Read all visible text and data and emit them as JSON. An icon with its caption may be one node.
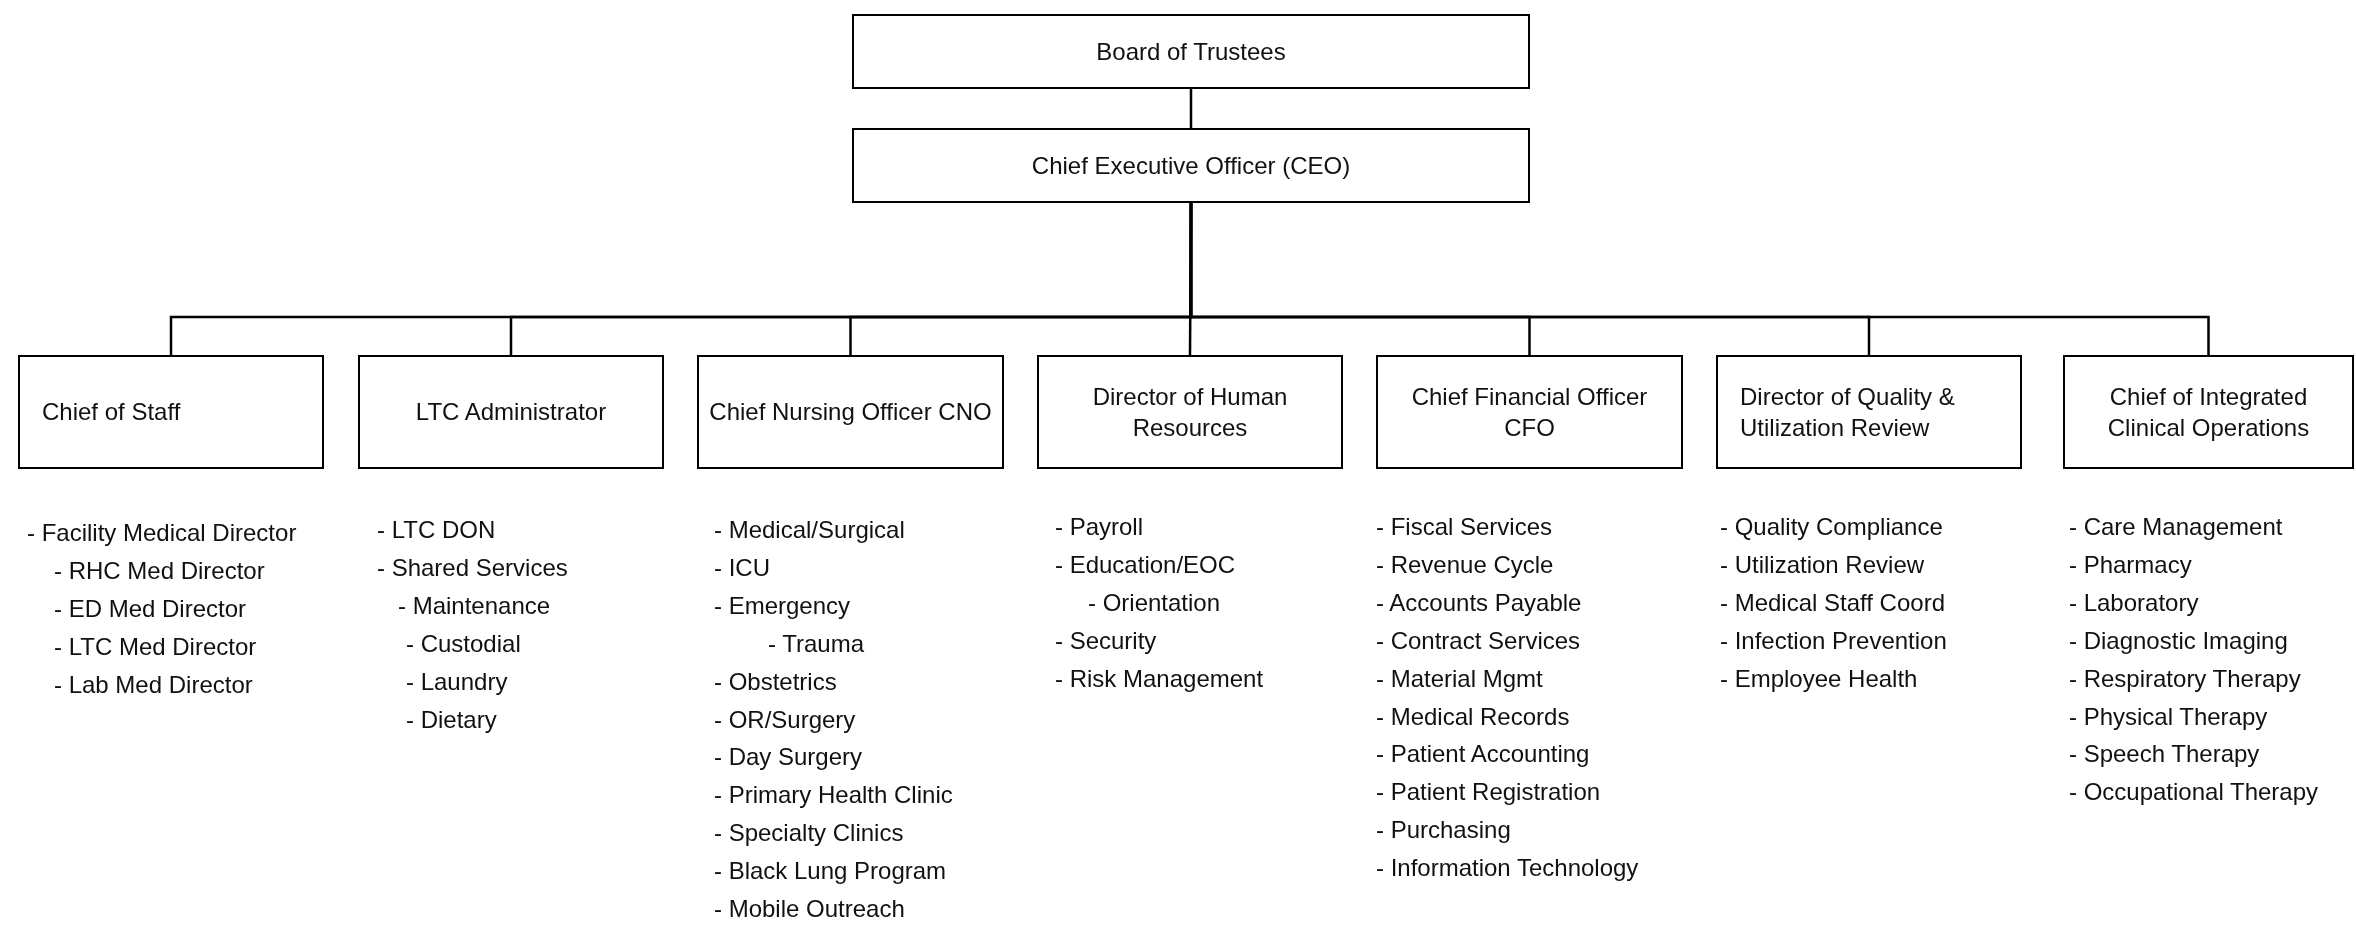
{
  "diagram": {
    "nodes": [
      {
        "text": [
          "Board of Trustees"
        ]
      },
      {
        "text": [
          "Chief Executive Officer (CEO)"
        ]
      },
      {
        "text": [
          "Chief of Staff"
        ],
        "beside": [
          "- Facility Medical Director",
          "- RHC Med Director",
          "- ED Med Director",
          "- LTC Med Director",
          "- Lab Med Director"
        ]
      },
      {
        "text": [
          "LTC Administrator"
        ],
        "beside": [
          "- LTC DON",
          "- Shared Services",
          "- Maintenance",
          "- Custodial",
          "- Laundry",
          "- Dietary"
        ]
      },
      {
        "text": [
          "Chief Nursing Officer CNO"
        ],
        "beside": [
          "- Medical/Surgical",
          "- ICU",
          "- Emergency",
          "- Trauma",
          "- Obstetrics",
          "- OR/Surgery",
          "- Day Surgery",
          "- Primary Health Clinic",
          "- Specialty Clinics",
          "- Black Lung Program",
          "- Mobile Outreach"
        ]
      },
      {
        "text": [
          "Director of Human Resources"
        ],
        "beside": [
          "- Payroll",
          "- Education/EOC",
          "- Orientation",
          "- Security",
          "- Risk Management"
        ]
      },
      {
        "text": [
          "Chief Financial Officer CFO"
        ],
        "beside": [
          "- Fiscal Services",
          "- Revenue Cycle",
          "- Accounts Payable",
          "- Contract Services",
          "- Material Mgmt",
          "- Medical Records",
          "- Patient Accounting",
          "- Patient Registration",
          "- Purchasing",
          "- Information Technology"
        ]
      },
      {
        "text": [
          "Director of Quality & Utilization Review"
        ],
        "beside": [
          "- Quality Compliance",
          "- Utilization Review",
          "- Medical Staff Coord",
          "- Infection Prevention",
          "- Employee Health"
        ]
      },
      {
        "text": [
          "Chief of Integrated Clinical Operations"
        ],
        "beside": [
          "- Care Management",
          "- Pharmacy",
          "- Laboratory",
          "- Diagnostic Imaging",
          "- Respiratory Therapy",
          "- Physical Therapy",
          "- Speech Therapy",
          "- Occupational Therapy"
        ]
      }
    ],
    "edges": [
      {
        "from": 0,
        "to": 1,
        "arrow": "none"
      },
      {
        "from": 1,
        "to": 2,
        "arrow": "none"
      },
      {
        "from": 1,
        "to": 3,
        "arrow": "none"
      },
      {
        "from": 1,
        "to": 4,
        "arrow": "none"
      },
      {
        "from": 1,
        "to": 5,
        "arrow": "none"
      },
      {
        "from": 1,
        "to": 6,
        "arrow": "none"
      },
      {
        "from": 1,
        "to": 7,
        "arrow": "none"
      },
      {
        "from": 1,
        "to": 8,
        "arrow": "none"
      }
    ]
  }
}
